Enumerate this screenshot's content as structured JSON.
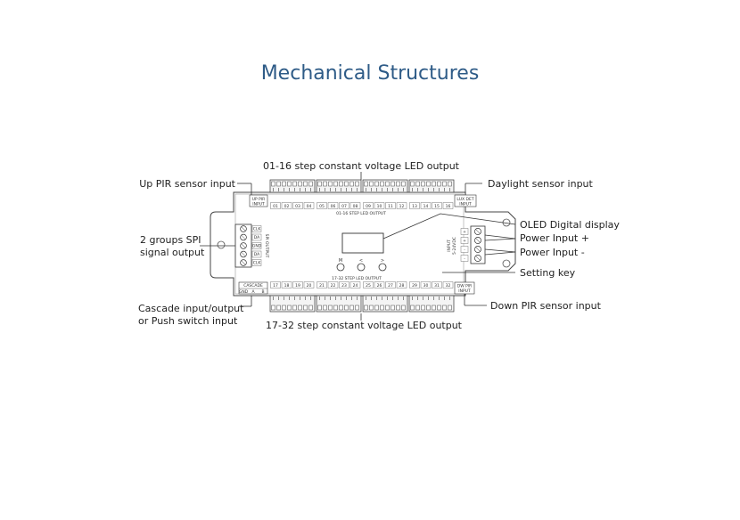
{
  "title": "Mechanical Structures",
  "labels": {
    "top_output": "01-16 step constant voltage LED output",
    "bottom_output": "17-32 step constant voltage LED output",
    "up_pir": "Up PIR sensor input",
    "daylight": "Daylight sensor input",
    "spi_line1": "2 groups SPI",
    "spi_line2": "signal output",
    "oled": "OLED Digital display",
    "power_plus": "Power Input +",
    "power_minus": "Power Input -",
    "setting_key": "Setting key",
    "cascade_line1": "Cascade input/output",
    "cascade_line2": "or Push switch input",
    "down_pir": "Down PIR sensor input"
  },
  "board": {
    "up_pir_box_line1": "UP PIR",
    "up_pir_box_line2": "INPUT",
    "lux_box_line1": "LUX DET",
    "lux_box_line2": "INPUT",
    "top_step_caption": "01-16 STEP LED OUTPUT",
    "bottom_step_caption": "17-32 STEP LED OUTPUT",
    "cascade_box": "CASCADE",
    "cascade_pins": [
      "GND",
      "A",
      "B"
    ],
    "dw_pir_line1": "DW PIR",
    "dw_pir_line2": "INPUT",
    "spi_vertical": "SPI OUTPUT",
    "spi_pins": [
      "CLK",
      "DA",
      "GND",
      "DA",
      "CLK"
    ],
    "key_labels": [
      "M",
      "<",
      ">"
    ],
    "power_vertical": "INPUT",
    "power_voltage": "5-24VDC",
    "power_pins": [
      "+",
      "+",
      "-",
      "-"
    ],
    "top_channels": [
      "01",
      "02",
      "03",
      "04",
      "05",
      "06",
      "07",
      "08",
      "09",
      "10",
      "11",
      "12",
      "13",
      "14",
      "15",
      "16"
    ],
    "bottom_channels": [
      "17",
      "18",
      "19",
      "20",
      "21",
      "22",
      "23",
      "24",
      "25",
      "26",
      "27",
      "28",
      "29",
      "30",
      "31",
      "32"
    ]
  }
}
